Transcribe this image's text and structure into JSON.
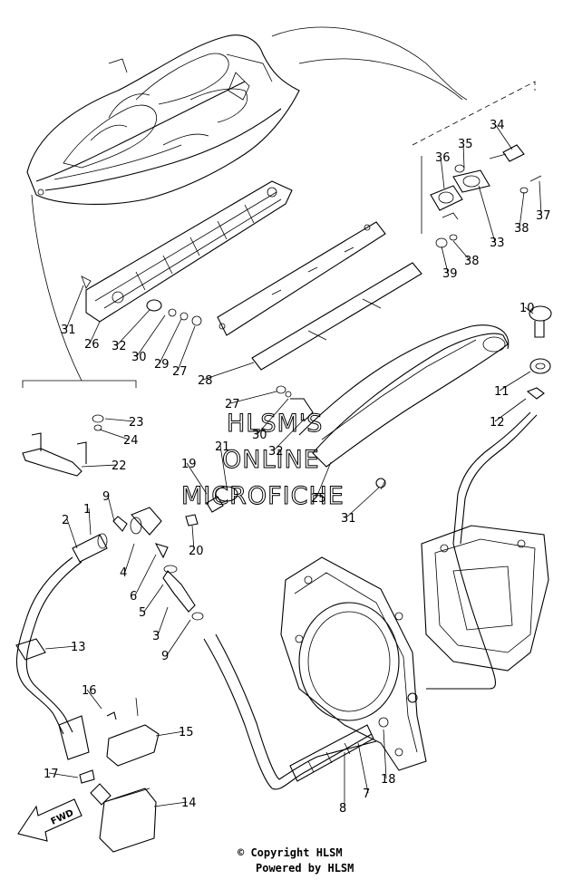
{
  "watermark": {
    "line1": "HLSM'S",
    "line2": "ONLINE",
    "line3": "MICROFICHE"
  },
  "footer": {
    "copyright": "© Copyright HLSM",
    "powered": "Powered by HLSM"
  },
  "fwd_label": "FWD",
  "callouts": [
    {
      "id": "1",
      "label": "1"
    },
    {
      "id": "2",
      "label": "2"
    },
    {
      "id": "3",
      "label": "3"
    },
    {
      "id": "4",
      "label": "4"
    },
    {
      "id": "5",
      "label": "5"
    },
    {
      "id": "6",
      "label": "6"
    },
    {
      "id": "7",
      "label": "7"
    },
    {
      "id": "8",
      "label": "8"
    },
    {
      "id": "9a",
      "label": "9"
    },
    {
      "id": "9b",
      "label": "9"
    },
    {
      "id": "10",
      "label": "10"
    },
    {
      "id": "11",
      "label": "11"
    },
    {
      "id": "12",
      "label": "12"
    },
    {
      "id": "13",
      "label": "13"
    },
    {
      "id": "14",
      "label": "14"
    },
    {
      "id": "15",
      "label": "15"
    },
    {
      "id": "16",
      "label": "16"
    },
    {
      "id": "17",
      "label": "17"
    },
    {
      "id": "18",
      "label": "18"
    },
    {
      "id": "19",
      "label": "19"
    },
    {
      "id": "20",
      "label": "20"
    },
    {
      "id": "21",
      "label": "21"
    },
    {
      "id": "22",
      "label": "22"
    },
    {
      "id": "23",
      "label": "23"
    },
    {
      "id": "24",
      "label": "24"
    },
    {
      "id": "25",
      "label": "25"
    },
    {
      "id": "26",
      "label": "26"
    },
    {
      "id": "27a",
      "label": "27"
    },
    {
      "id": "27b",
      "label": "27"
    },
    {
      "id": "28",
      "label": "28"
    },
    {
      "id": "29",
      "label": "29"
    },
    {
      "id": "30a",
      "label": "30"
    },
    {
      "id": "30b",
      "label": "30"
    },
    {
      "id": "31a",
      "label": "31"
    },
    {
      "id": "31b",
      "label": "31"
    },
    {
      "id": "32a",
      "label": "32"
    },
    {
      "id": "32b",
      "label": "32"
    },
    {
      "id": "33",
      "label": "33"
    },
    {
      "id": "34",
      "label": "34"
    },
    {
      "id": "35",
      "label": "35"
    },
    {
      "id": "36",
      "label": "36"
    },
    {
      "id": "37",
      "label": "37"
    },
    {
      "id": "38a",
      "label": "38"
    },
    {
      "id": "38b",
      "label": "38"
    },
    {
      "id": "39",
      "label": "39"
    }
  ]
}
